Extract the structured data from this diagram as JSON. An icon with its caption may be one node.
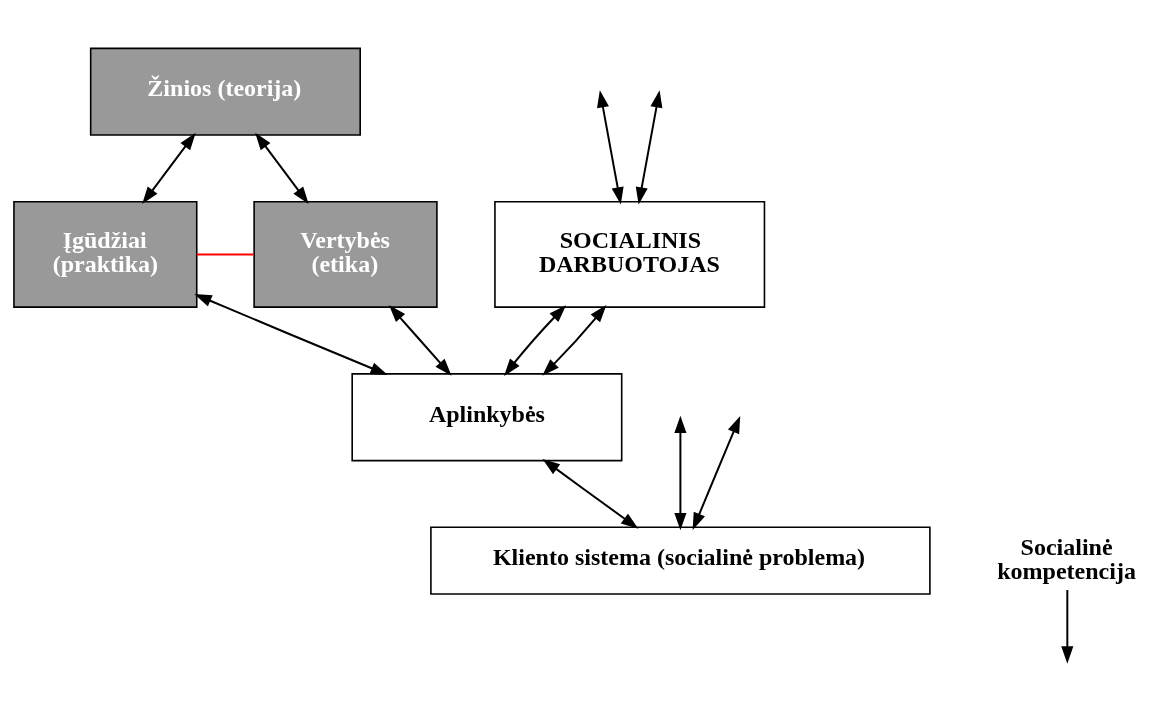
{
  "diagram": {
    "nodes": [
      {
        "text": [
          "Žinios (teorija)"
        ]
      },
      {
        "text": [
          "Įgūdžiai (praktika)"
        ]
      },
      {
        "text": [
          "SOCIALINIS DARBUOTOJAS"
        ]
      },
      {
        "text": [
          "Vertybės (etika)"
        ]
      },
      {
        "text": [
          "Aplinkybės"
        ]
      },
      {
        "text": [
          "Kliento sistema (socialinė problema)"
        ]
      },
      {
        "text": [
          "Socialinė kompetencija"
        ]
      }
    ],
    "edges": [
      {
        "from": 0,
        "to": 1,
        "arrow": "both"
      },
      {
        "from": 0,
        "to": 3,
        "arrow": "both"
      },
      {
        "from": null,
        "to": 2,
        "arrow": "both"
      },
      {
        "from": null,
        "to": 2,
        "arrow": "both"
      },
      {
        "from": 1,
        "to": 4,
        "arrow": "both"
      },
      {
        "from": 2,
        "to": 4,
        "arrow": "both"
      },
      {
        "from": 2,
        "to": 4,
        "arrow": "both"
      },
      {
        "from": 3,
        "to": 4,
        "arrow": "both"
      },
      {
        "from": 4,
        "to": 5,
        "arrow": "both"
      },
      {
        "from": null,
        "to": 5,
        "arrow": "both"
      },
      {
        "from": null,
        "to": 5,
        "arrow": "both"
      },
      {
        "from": 1,
        "to": 3,
        "arrow": "none",
        "color": "#ff0000"
      },
      {
        "from": 6,
        "to": null,
        "arrow": "to"
      }
    ]
  }
}
